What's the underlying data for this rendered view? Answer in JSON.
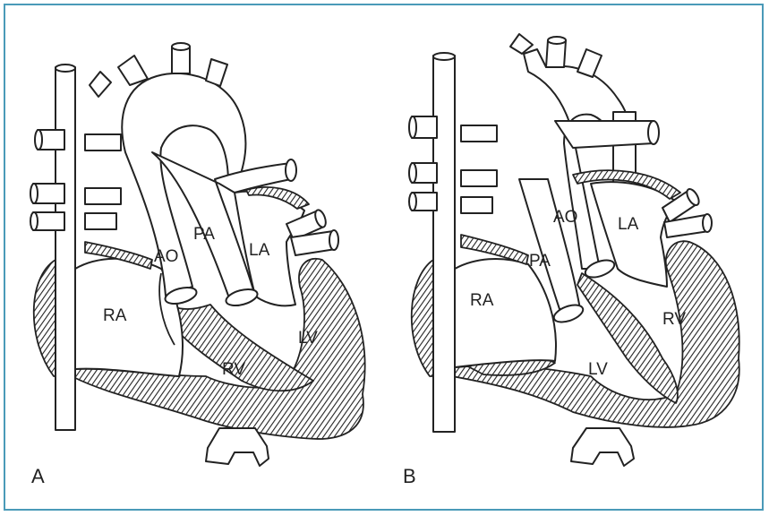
{
  "panels": [
    {
      "id": "A",
      "label": "A",
      "chambers": {
        "ra": "RA",
        "rv": "RV",
        "lv": "LV",
        "la": "LA",
        "ao": "AO",
        "pa": "PA"
      }
    },
    {
      "id": "B",
      "label": "B",
      "chambers": {
        "ra": "RA",
        "rv": "RV",
        "lv": "LV",
        "la": "LA",
        "ao": "AO",
        "pa": "PA"
      }
    }
  ],
  "colors": {
    "frame": "#4a9ab8",
    "ink": "#222222"
  }
}
